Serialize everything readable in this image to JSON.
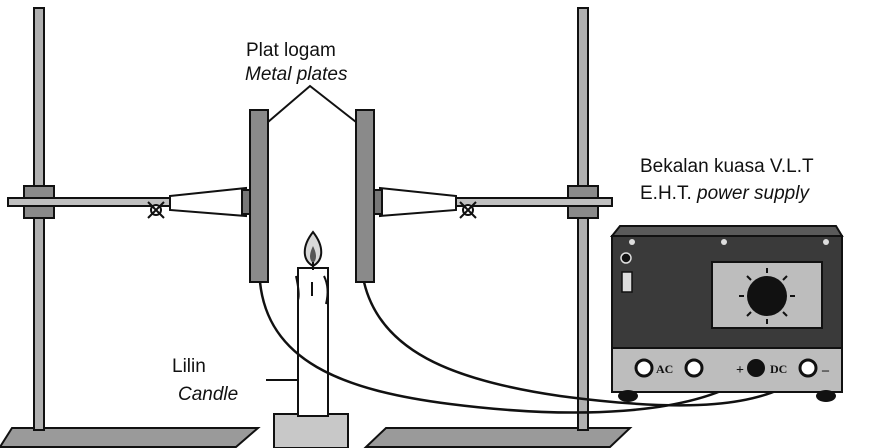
{
  "labels": {
    "plates_malay": "Plat logam",
    "plates_english": "Metal plates",
    "supply_malay": "Bekalan kuasa V.L.T",
    "supply_english_prefix": "E.H.T.",
    "supply_english_italic": "power supply",
    "candle_malay": "Lilin",
    "candle_english": "Candle"
  },
  "power_supply": {
    "ac_label": "AC",
    "dc_label": "DC",
    "plus_sign": "+",
    "minus_sign": "–"
  },
  "colors": {
    "stand": "#9a9a9a",
    "plate": "#8a8a8a",
    "supply_body": "#3a3a3a",
    "dial_panel": "#bdbdbd",
    "outline": "#111111"
  }
}
